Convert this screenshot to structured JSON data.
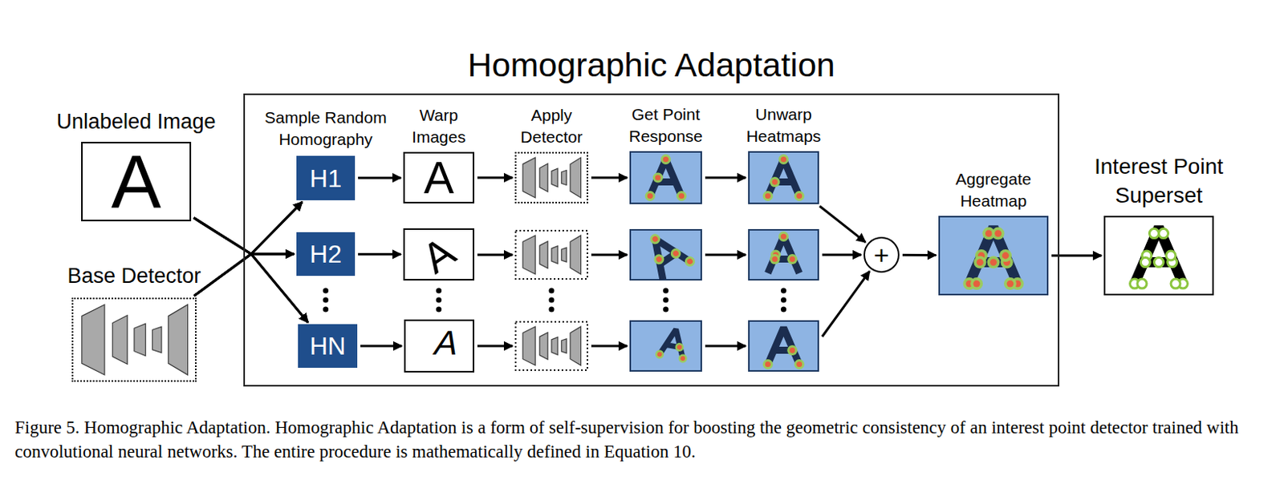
{
  "diagram": {
    "nodes": [
      {
        "text": [
          "Unlabeled Image",
          "A"
        ]
      },
      {
        "text": [
          "Base Detector"
        ]
      },
      {
        "text": [
          "Homographic Adaptation"
        ]
      },
      {
        "text": [
          "Sample Random Homography",
          "H1"
        ],
        "in": 2
      },
      {
        "text": [
          "Warp Images",
          "A"
        ],
        "in": 2
      },
      {
        "text": [
          "Apply Detector"
        ],
        "in": 2
      },
      {
        "text": [
          "Get Point Response"
        ],
        "in": 2
      },
      {
        "text": [
          "Unwarp Heatmaps"
        ],
        "in": 2
      },
      {
        "text": [
          "H2"
        ],
        "in": 2
      },
      {
        "text": [
          "A"
        ],
        "in": 2
      },
      {
        "text": [
          "HN"
        ],
        "in": 2
      },
      {
        "text": [
          "A"
        ],
        "in": 2
      },
      {
        "text": [
          "+"
        ],
        "in": 2
      },
      {
        "text": [
          "Aggregate Heatmap"
        ],
        "in": 2
      },
      {
        "text": [
          "Interest Point Superset"
        ]
      }
    ],
    "edges": [
      {
        "from": 0,
        "to": 3,
        "arrow": "to"
      },
      {
        "from": 0,
        "to": 8,
        "arrow": "to"
      },
      {
        "from": 0,
        "to": 10,
        "arrow": "to"
      },
      {
        "from": 1,
        "to": 3,
        "arrow": "to"
      },
      {
        "from": 1,
        "to": 8,
        "arrow": "to"
      },
      {
        "from": 1,
        "to": 10,
        "arrow": "to"
      },
      {
        "from": 3,
        "to": 4,
        "arrow": "to"
      },
      {
        "from": 8,
        "to": 9,
        "arrow": "to"
      },
      {
        "from": 10,
        "to": 11,
        "arrow": "to"
      },
      {
        "from": 4,
        "to": 5,
        "arrow": "to"
      },
      {
        "from": 5,
        "to": 6,
        "arrow": "to"
      },
      {
        "from": 6,
        "to": 7,
        "arrow": "to"
      },
      {
        "from": 7,
        "to": 12,
        "arrow": "to"
      },
      {
        "from": 12,
        "to": 13,
        "arrow": "to"
      },
      {
        "from": 13,
        "to": 14,
        "arrow": "to"
      }
    ],
    "caption": "Figure 5. Homographic Adaptation. Homographic Adaptation is a form of self-supervision for boosting the geometric consistency of an interest point detector trained with convolutional neural networks. The entire procedure is mathematically defined in Equation 10."
  }
}
